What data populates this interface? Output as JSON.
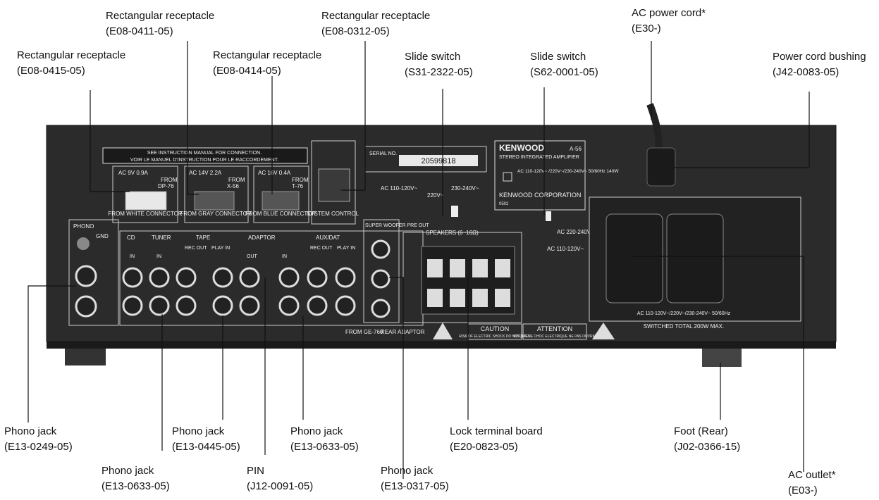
{
  "callouts": [
    {
      "id": "rect-0415",
      "name": "Rectangular receptacle",
      "part": "(E08-0415-05)"
    },
    {
      "id": "rect-0411",
      "name": "Rectangular receptacle",
      "part": "(E08-0411-05)"
    },
    {
      "id": "rect-0414",
      "name": "Rectangular receptacle",
      "part": "(E08-0414-05)"
    },
    {
      "id": "rect-0312",
      "name": "Rectangular receptacle",
      "part": "(E08-0312-05)"
    },
    {
      "id": "slide-s31",
      "name": "Slide switch",
      "part": "(S31-2322-05)"
    },
    {
      "id": "slide-s62",
      "name": "Slide switch",
      "part": "(S62-0001-05)"
    },
    {
      "id": "ac-cord",
      "name": "AC power cord*",
      "part": "(E30-)"
    },
    {
      "id": "bushing",
      "name": "Power cord bushing",
      "part": "(J42-0083-05)"
    },
    {
      "id": "phono-0249",
      "name": "Phono jack",
      "part": "(E13-0249-05)"
    },
    {
      "id": "phono-0633a",
      "name": "Phono jack",
      "part": "(E13-0633-05)"
    },
    {
      "id": "phono-0445",
      "name": "Phono jack",
      "part": "(E13-0445-05)"
    },
    {
      "id": "pin",
      "name": "PIN",
      "part": "(J12-0091-05)"
    },
    {
      "id": "phono-0633b",
      "name": "Phono jack",
      "part": "(E13-0633-05)"
    },
    {
      "id": "phono-0317",
      "name": "Phono jack",
      "part": "(E13-0317-05)"
    },
    {
      "id": "lock-terminal",
      "name": "Lock terminal board",
      "part": "(E20-0823-05)"
    },
    {
      "id": "foot",
      "name": "Foot (Rear)",
      "part": "(J02-0366-15)"
    },
    {
      "id": "ac-outlet",
      "name": "AC outlet*",
      "part": "(E03-)"
    }
  ],
  "panel": {
    "instruction_line1": "SEE INSTRUCTION MANUAL FOR CONNECTION.",
    "instruction_line2": "VOIR LE MANUEL D'INSTRUCTION POUR LE RACCORDEMENT.",
    "receptacles": [
      {
        "rating": "AC 9V 0.9A",
        "from": "FROM",
        "source": "DP-76",
        "connector": "FROM WHITE CONNECTOR"
      },
      {
        "rating": "AC 14V 2.2A",
        "from": "FROM",
        "source": "X-56",
        "connector": "FROM GRAY CONNECTOR"
      },
      {
        "rating": "AC 16V 0.4A",
        "from": "FROM",
        "source": "T-76",
        "connector": "FROM BLUE CONNECTOR"
      }
    ],
    "system_control": "SYSTEM CONTROL",
    "serial_label": "SERIAL NO.",
    "serial_value": "20599818",
    "voltage_switch": [
      "AC 110-120V~",
      "220V~",
      "230-240V~"
    ],
    "brand_plate": {
      "brand": "KENWOOD",
      "model": "A-56",
      "desc": "STEREO INTEGRATED AMPLIFIER",
      "ratings": "AC 110-120V~ /220V~/230-240V~ 50/60Hz 140W",
      "corp": "KENWOOD CORPORATION",
      "code": "0502"
    },
    "switch2_labels": [
      "AC 220-240V~",
      "AC 110-120V~"
    ],
    "phono": "PHONO",
    "gnd": "GND",
    "sections": [
      "CD",
      "TUNER",
      "TAPE",
      "ADAPTOR",
      "AUX/DAT"
    ],
    "io_labels": [
      "IN",
      "IN",
      "REC OUT",
      "PLAY IN",
      "OUT",
      "IN",
      "REC OUT",
      "PLAY IN"
    ],
    "super_woofer": "SUPER WOOFER PRE OUT",
    "speakers": "SPEAKERS (6~16Ω)",
    "from_ge": "FROM GE-760",
    "rear_adaptor": "REAR ADAPTOR",
    "caution": "CAUTION",
    "caution_sub": "RISK OF ELECTRIC SHOCK DO NOT OPEN",
    "attention": "ATTENTION",
    "attention_sub": "RISQUE DE CHOC ELECTRIQUE NE PAS OUVRIR",
    "outlet_rating": "AC 110-120V~/220V~/230-240V~ 50/60Hz",
    "outlet_switched": "SWITCHED TOTAL 200W MAX."
  }
}
